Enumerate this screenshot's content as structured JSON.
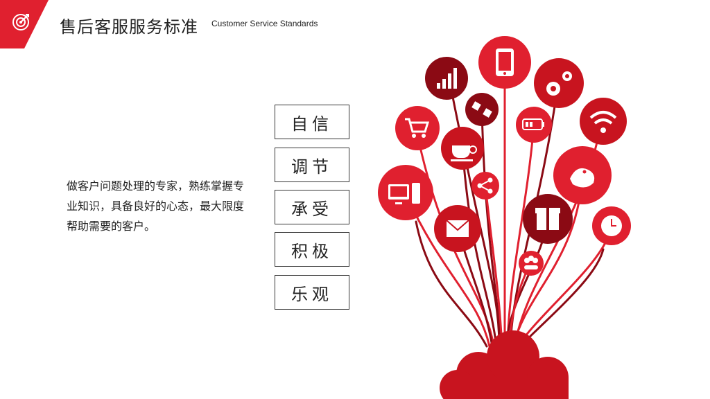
{
  "header": {
    "title": "售后客服服务标准",
    "subtitle": "Customer Service Standards"
  },
  "description": "做客户问题处理的专家，熟练掌握专业知识，具备良好的心态，最大限度帮助需要的客户。",
  "qualities": [
    "自信",
    "调节",
    "承受",
    "积极",
    "乐观"
  ],
  "icons": [
    "bar-chart-icon",
    "mobile-phone-icon",
    "gears-icon",
    "shopping-cart-icon",
    "satellite-icon",
    "battery-icon",
    "wifi-icon",
    "coffee-cup-icon",
    "bird-icon",
    "share-icon",
    "computer-icon",
    "gift-box-icon",
    "envelope-icon",
    "clock-icon",
    "users-icon",
    "cloud-icon",
    "target-icon"
  ],
  "colors": {
    "primary_red": "#e0202f",
    "dark_red": "#8b0a14",
    "text": "#222222",
    "border": "#333333"
  }
}
